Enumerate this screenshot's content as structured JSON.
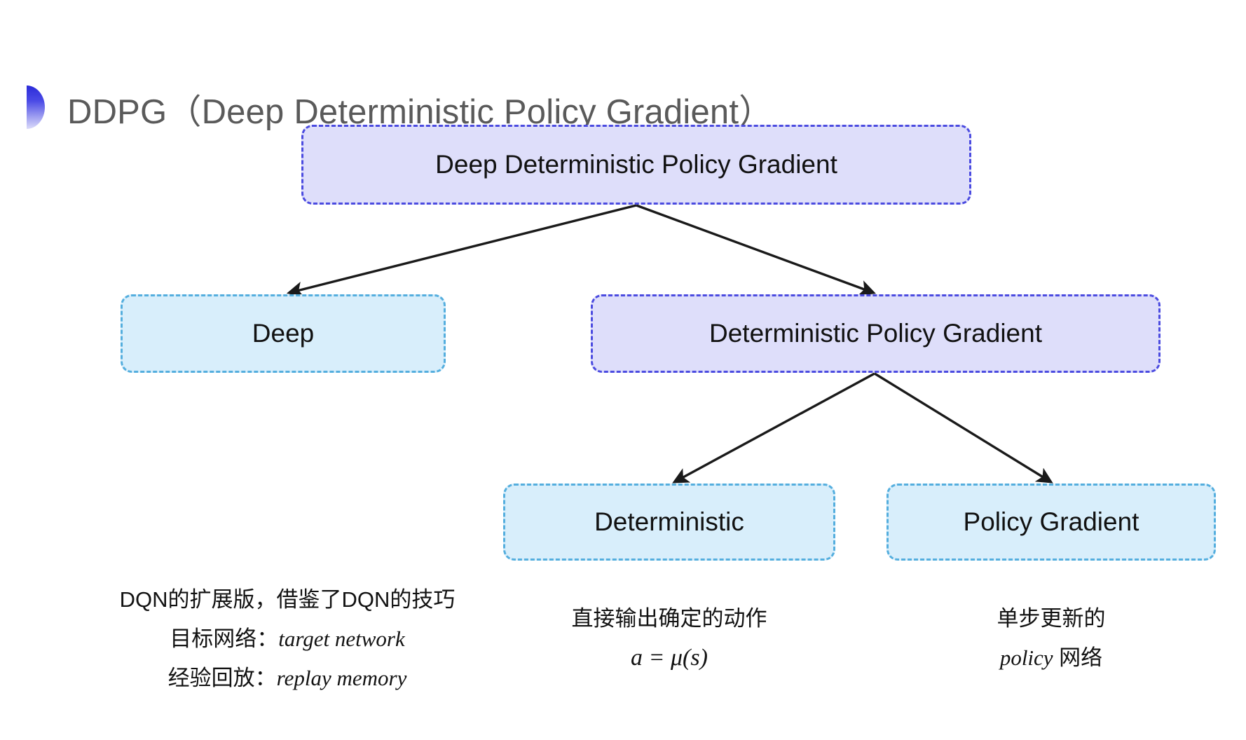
{
  "title": {
    "text": "DDPG（Deep Deterministic Policy Gradient）",
    "bullet_icon": "half-circle-bullet-icon",
    "color": "#5a5a5a"
  },
  "colors": {
    "purple_fill": "#dedefa",
    "purple_border": "#4b4be0",
    "blue_fill": "#d8eefb",
    "blue_border": "#54aede",
    "arrow": "#1a1a1a",
    "text": "#121212",
    "bullet_gradient_start": "#2b2bd8",
    "bullet_gradient_end": "#dcdcfa"
  },
  "diagram": {
    "type": "tree",
    "nodes": [
      {
        "id": "root",
        "label": "Deep Deterministic Policy Gradient",
        "style": "purple"
      },
      {
        "id": "deep",
        "label": "Deep",
        "style": "blue"
      },
      {
        "id": "dpg",
        "label": "Deterministic Policy Gradient",
        "style": "purple"
      },
      {
        "id": "det",
        "label": "Deterministic",
        "style": "blue"
      },
      {
        "id": "pg",
        "label": "Policy Gradient",
        "style": "blue"
      }
    ],
    "edges": [
      {
        "from": "root",
        "to": "deep"
      },
      {
        "from": "root",
        "to": "dpg"
      },
      {
        "from": "dpg",
        "to": "det"
      },
      {
        "from": "dpg",
        "to": "pg"
      }
    ]
  },
  "annotations": {
    "left": {
      "line1": "DQN的扩展版，借鉴了DQN的技巧",
      "line2_label": "目标网络：",
      "line2_term": "target network",
      "line3_label": "经验回放：",
      "line3_term": "replay memory"
    },
    "middle": {
      "line1": "直接输出确定的动作",
      "line2": "a = μ(s)"
    },
    "right": {
      "line1": "单步更新的",
      "line2_term": "policy",
      "line2_tail": " 网络"
    }
  }
}
